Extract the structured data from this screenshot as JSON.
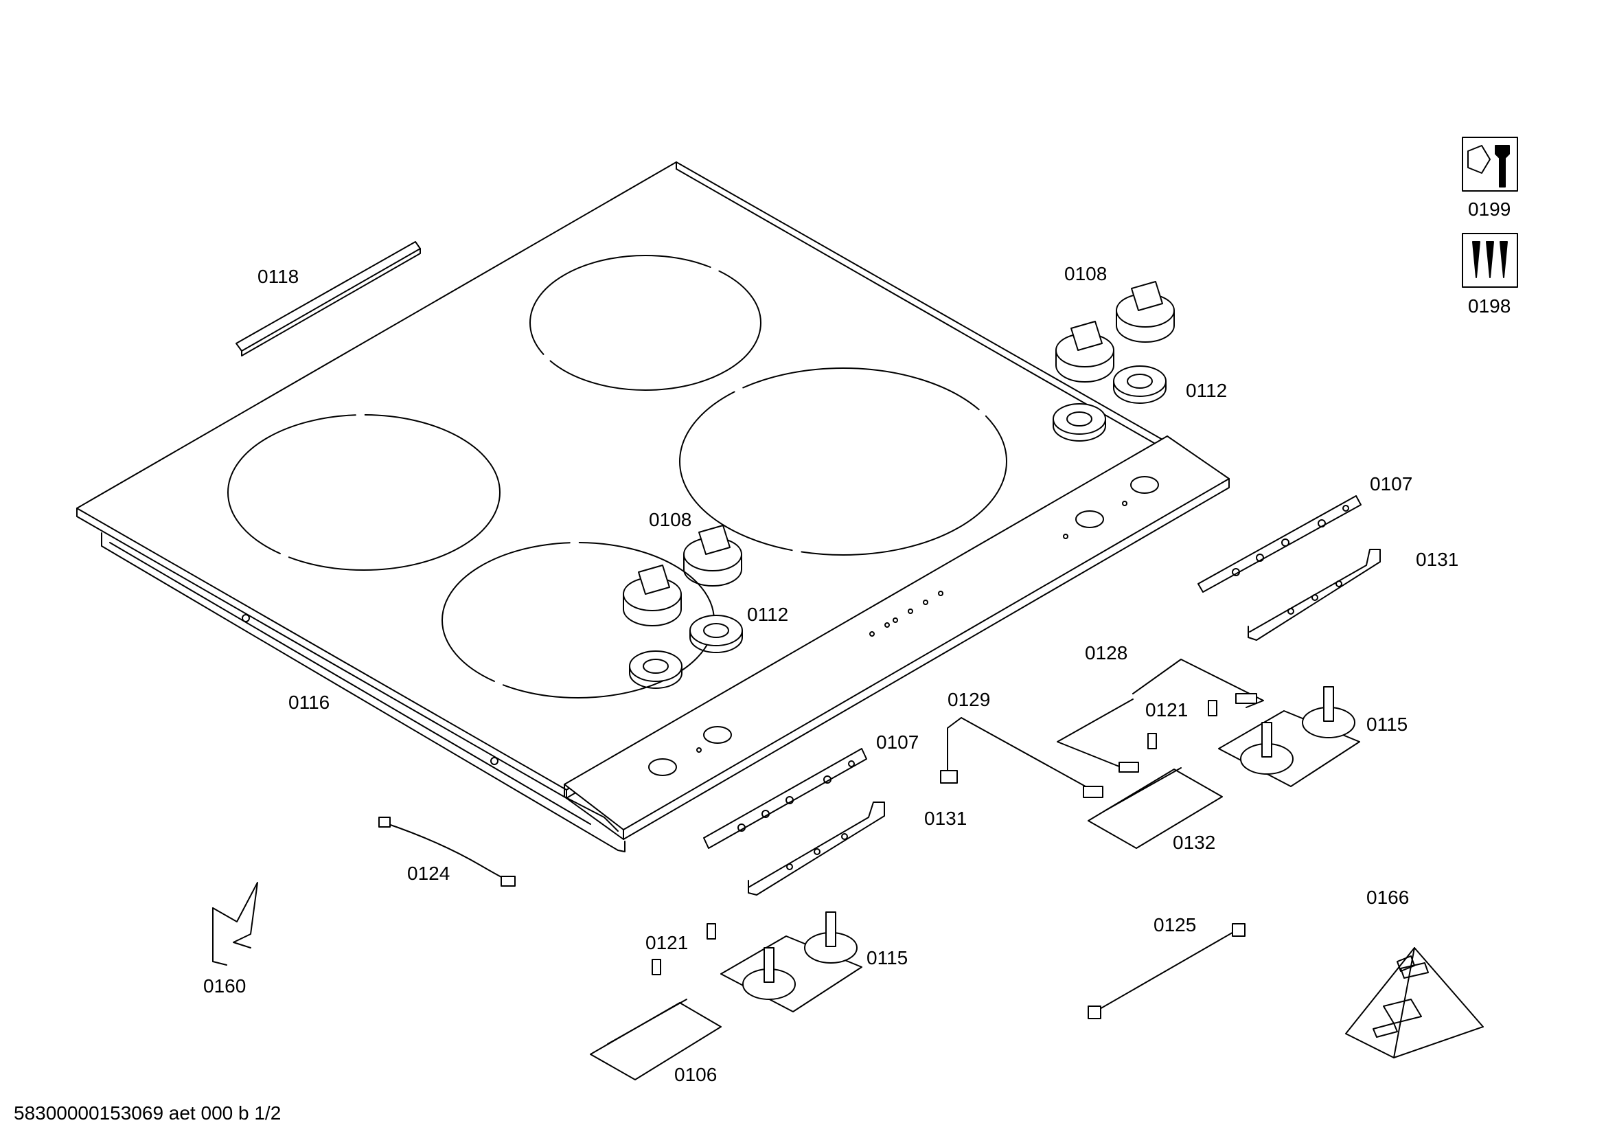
{
  "part_labels": {
    "p0118": "0118",
    "p0108_top": "0108",
    "p0112_top": "0112",
    "p0108_front": "0108",
    "p0112_front": "0112",
    "p0116": "0116",
    "p0107_right": "0107",
    "p0131_right": "0131",
    "p0128": "0128",
    "p0129": "0129",
    "p0121_right": "0121",
    "p0115_right": "0115",
    "p0107_center": "0107",
    "p0131_center": "0131",
    "p0132": "0132",
    "p0124": "0124",
    "p0160": "0160",
    "p0121_bottom": "0121",
    "p0115_bottom": "0115",
    "p0106": "0106",
    "p0125": "0125",
    "p0166": "0166",
    "p0199": "0199",
    "p0198": "0198"
  },
  "footer": {
    "document_id": "58300000153069 aet 000 b 1/2"
  },
  "icons": {
    "tool_icon": "nut-wrench-icon",
    "screws_icon": "screws-icon"
  }
}
